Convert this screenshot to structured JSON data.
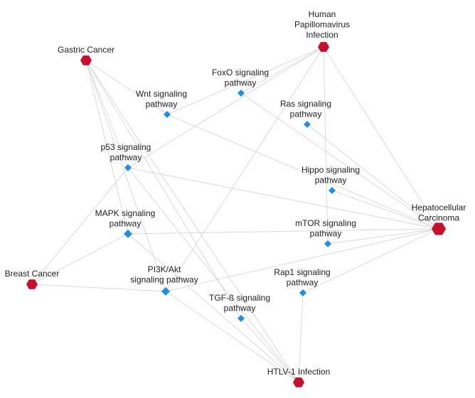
{
  "colors": {
    "disease": "#c8102e",
    "pathway": "#1f8fe0",
    "edge": "#d6d6d6",
    "text": "#222222"
  },
  "diseases": [
    {
      "id": "gastric",
      "lines": [
        "Gastric Cancer"
      ]
    },
    {
      "id": "hpv",
      "lines": [
        "Human",
        "Papillomavirus",
        "Infection"
      ]
    },
    {
      "id": "breast",
      "lines": [
        "Breast Cancer"
      ]
    },
    {
      "id": "hcc",
      "lines": [
        "Hepatocellular",
        "Carcinoma"
      ]
    },
    {
      "id": "htlv",
      "lines": [
        "HTLV-1 Infection"
      ]
    }
  ],
  "pathways": [
    {
      "id": "foxo",
      "lines": [
        "FoxO signaling",
        "pathway"
      ]
    },
    {
      "id": "wnt",
      "lines": [
        "Wnt signaling",
        "pathway"
      ]
    },
    {
      "id": "ras",
      "lines": [
        "Ras signaling",
        "pathway"
      ]
    },
    {
      "id": "p53",
      "lines": [
        "p53 signaling",
        "pathway"
      ]
    },
    {
      "id": "hippo",
      "lines": [
        "Hippo signaling",
        "pathway"
      ]
    },
    {
      "id": "mapk",
      "lines": [
        "MAPK signaling",
        "pathway"
      ]
    },
    {
      "id": "mtor",
      "lines": [
        "mTOR signaling",
        "pathway"
      ]
    },
    {
      "id": "pi3k",
      "lines": [
        "PI3K/Akt",
        "signaling pathway"
      ]
    },
    {
      "id": "rap1",
      "lines": [
        "Rap1 signaling",
        "pathway"
      ]
    },
    {
      "id": "tgfb",
      "lines": [
        "TGF-ß signaling",
        "pathway"
      ]
    }
  ],
  "edges": [
    [
      "gastric",
      "p53"
    ],
    [
      "gastric",
      "mapk"
    ],
    [
      "gastric",
      "pi3k"
    ],
    [
      "gastric",
      "tgfb"
    ],
    [
      "gastric",
      "wnt"
    ],
    [
      "gastric",
      "htlv"
    ],
    [
      "hpv",
      "foxo"
    ],
    [
      "hpv",
      "p53"
    ],
    [
      "hpv",
      "pi3k"
    ],
    [
      "hpv",
      "mtor"
    ],
    [
      "hpv",
      "hcc"
    ],
    [
      "hpv",
      "wnt"
    ],
    [
      "breast",
      "pi3k"
    ],
    [
      "breast",
      "mapk"
    ],
    [
      "breast",
      "p53"
    ],
    [
      "hcc",
      "ras"
    ],
    [
      "hcc",
      "hippo"
    ],
    [
      "hcc",
      "wnt"
    ],
    [
      "hcc",
      "p53"
    ],
    [
      "hcc",
      "mapk"
    ],
    [
      "hcc",
      "mtor"
    ],
    [
      "hcc",
      "pi3k"
    ],
    [
      "hcc",
      "rap1"
    ],
    [
      "hcc",
      "foxo"
    ],
    [
      "htlv",
      "pi3k"
    ],
    [
      "htlv",
      "mapk"
    ],
    [
      "htlv",
      "p53"
    ],
    [
      "htlv",
      "tgfb"
    ],
    [
      "htlv",
      "rap1"
    ]
  ]
}
